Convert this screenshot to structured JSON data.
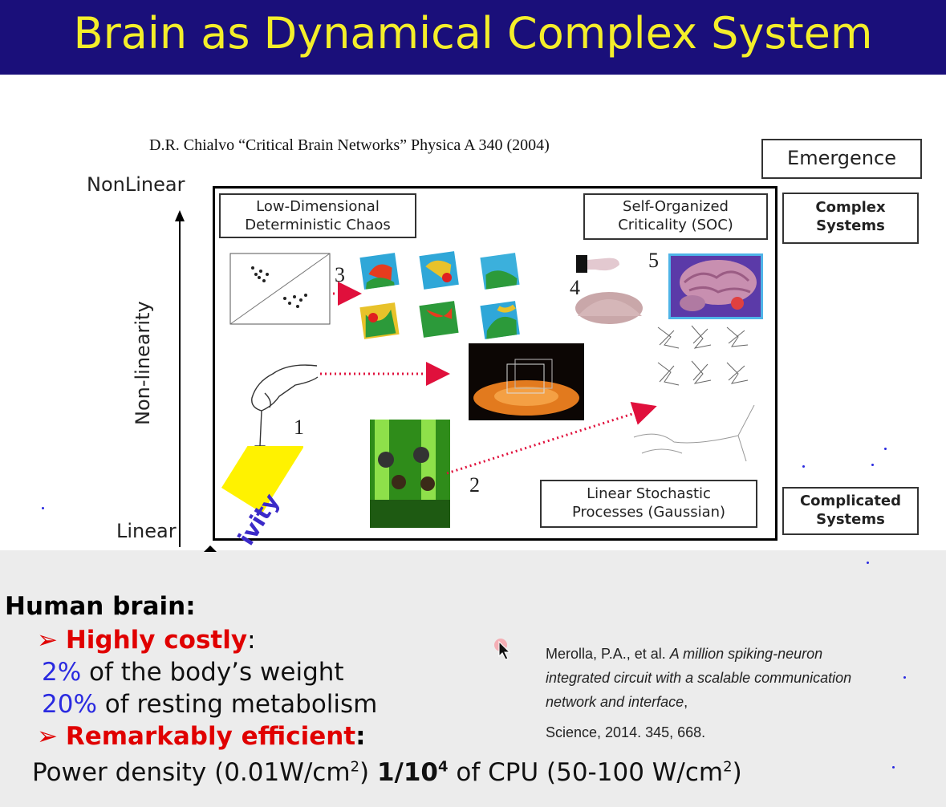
{
  "title": "Brain as Dynamical Complex System",
  "citation": "D.R. Chialvo “Critical Brain Networks” Physica A 340 (2004)",
  "axis": {
    "top_label": "NonLinear",
    "bottom_label": "Linear",
    "vertical_title": "Non-linearity",
    "diagonal_partial": "ivity"
  },
  "quadrants": {
    "top_left": [
      "Low-Dimensional",
      "Deterministic Chaos"
    ],
    "top_right": [
      "Self-Organized",
      "Criticality (SOC)"
    ],
    "bottom_right": [
      "Linear Stochastic",
      "Processes  (Gaussian)"
    ]
  },
  "side_labels": {
    "emergence": "Emergence",
    "complex": [
      "Complex",
      "Systems"
    ],
    "complicated": [
      "Complicated",
      "Systems"
    ]
  },
  "numbers": [
    "1",
    "2",
    "3",
    "4",
    "5"
  ],
  "bottom": {
    "heading": "Human brain:",
    "bullet1_title": "Highly costly",
    "bullet1_suffix": ":",
    "line_weight_pct": "2%",
    "line_weight_text": " of the body’s weight",
    "line_metab_pct": "20%",
    "line_metab_text": " of resting metabolism",
    "bullet2_title": "Remarkably efficient",
    "bullet2_suffix": ":",
    "power_prefix": "Power density (0.01W/cm",
    "power_sup1": "2",
    "power_mid": ") ",
    "power_ratio": "1/10",
    "power_sup2": "4",
    "power_suffix": " of CPU (50-100 W/cm",
    "power_sup3": "2",
    "power_end": ")",
    "bullet_marker": "➢"
  },
  "reference": {
    "authors": "Merolla, P.A., et al. ",
    "title_italic": "A million spiking-neuron integrated circuit with a scalable communication network and interface",
    "after_title": ",",
    "journal": "Science, 2014. 345, 668."
  },
  "colors": {
    "title_bg": "#1a0f7a",
    "title_fg": "#f4ee2a",
    "accent_red": "#e00000",
    "accent_blue": "#2a2ae0",
    "diagonal_yellow": "#fff200"
  }
}
